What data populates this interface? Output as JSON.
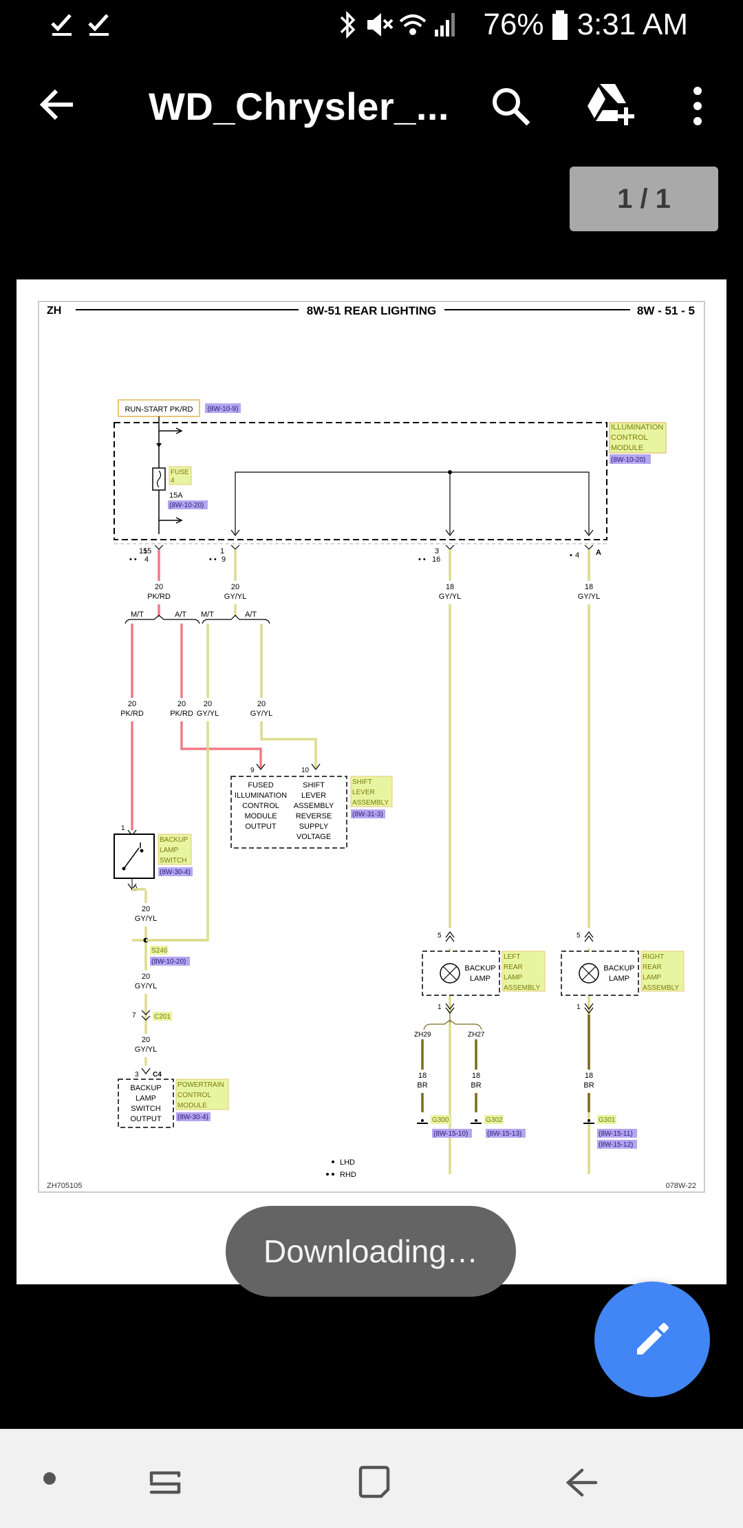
{
  "status_bar": {
    "battery": "76%",
    "time": "3:31 AM",
    "icons": [
      "check-icon",
      "check-icon",
      "bluetooth-icon",
      "mute-icon",
      "wifi-icon",
      "signal-icon",
      "battery-icon"
    ]
  },
  "app_bar": {
    "title": "WD_Chrysler_...",
    "icons": [
      "back-arrow-icon",
      "search-icon",
      "add-to-drive-icon",
      "more-vert-icon"
    ]
  },
  "page_indicator": "1 / 1",
  "document": {
    "header_left": "ZH",
    "header_title": "8W-51 REAR LIGHTING",
    "header_right": "8W - 51 - 5",
    "footer_left": "ZH705105",
    "footer_right": "078W-22",
    "legend": {
      "single_dot": "LHD",
      "double_dot": "RHD"
    },
    "run_start": {
      "label": "RUN-START PK/RD",
      "ref": "(8W-10-9)"
    },
    "illumination_module": {
      "lines": [
        "ILLUMINATION",
        "CONTROL",
        "MODULE"
      ],
      "ref": "(8W-10-20)"
    },
    "fuse": {
      "lines": [
        "FUSE",
        "4"
      ],
      "rating": "15A",
      "ref": "(8W-10-20)"
    },
    "connector_pins": [
      {
        "top": "15",
        "bottom": "4"
      },
      {
        "top": "1",
        "bottom": "9"
      },
      {
        "top": "3",
        "bottom": "16"
      },
      {
        "top": "4",
        "bottom": ""
      }
    ],
    "connector_label": "A",
    "upper_wires": [
      {
        "gauge": "20",
        "color": "PK/RD"
      },
      {
        "gauge": "20",
        "color": "GY/YL"
      },
      {
        "gauge": "18",
        "color": "GY/YL"
      },
      {
        "gauge": "18",
        "color": "GY/YL"
      }
    ],
    "transmission_labels": [
      "M/T",
      "A/T",
      "M/T",
      "A/T"
    ],
    "middle_wires": [
      {
        "gauge": "20",
        "color": "PK/RD"
      },
      {
        "gauge": "20",
        "color": "PK/RD"
      },
      {
        "gauge": "20",
        "color": "GY/YL"
      },
      {
        "gauge": "20",
        "color": "GY/YL"
      }
    ],
    "shift_lever": {
      "pin_a": "9",
      "pin_b": "10",
      "left_lines": [
        "FUSED",
        "ILLUMINATION",
        "CONTROL",
        "MODULE",
        "OUTPUT"
      ],
      "right_lines": [
        "SHIFT",
        "LEVER",
        "ASSEMBLY",
        "REVERSE",
        "SUPPLY",
        "VOLTAGE"
      ],
      "name_lines": [
        "SHIFT",
        "LEVER",
        "ASSEMBLY"
      ],
      "ref": "(8W-31-3)"
    },
    "backup_lamp_switch": {
      "pin_top": "1",
      "pin_bottom": "2",
      "name_lines": [
        "BACKUP",
        "LAMP",
        "SWITCH"
      ],
      "ref": "(8W-30-4)"
    },
    "lower_left_wires": [
      {
        "gauge": "20",
        "color": "GY/YL"
      },
      {
        "gauge": "20",
        "color": "GY/YL"
      },
      {
        "gauge": "20",
        "color": "GY/YL"
      }
    ],
    "splice": {
      "name": "S246",
      "ref": "(8W-10-20)"
    },
    "c201": {
      "pin": "7",
      "name": "C201"
    },
    "pcm": {
      "pin": "3",
      "connector": "C4",
      "lines": [
        "BACKUP",
        "LAMP",
        "SWITCH",
        "OUTPUT"
      ],
      "name_lines": [
        "POWERTRAIN",
        "CONTROL",
        "MODULE"
      ],
      "ref": "(8W-30-4)"
    },
    "left_lamp": {
      "pin_top": "5",
      "pin_bottom": "1",
      "lines": [
        "BACKUP",
        "LAMP"
      ],
      "name_lines": [
        "LEFT",
        "REAR",
        "LAMP",
        "ASSEMBLY"
      ]
    },
    "right_lamp": {
      "pin_top": "5",
      "pin_bottom": "1",
      "lines": [
        "BACKUP",
        "LAMP"
      ],
      "name_lines": [
        "RIGHT",
        "REAR",
        "LAMP",
        "ASSEMBLY"
      ]
    },
    "left_branches": [
      "ZH29",
      "ZH27"
    ],
    "ground_wires": [
      {
        "gauge": "18",
        "color": "BR"
      },
      {
        "gauge": "18",
        "color": "BR"
      },
      {
        "gauge": "18",
        "color": "BR"
      }
    ],
    "grounds": [
      {
        "name": "G300",
        "refs": [
          "(8W-15-10)"
        ]
      },
      {
        "name": "G302",
        "refs": [
          "(8W-15-13)"
        ]
      },
      {
        "name": "G301",
        "refs": [
          "(8W-15-11)",
          "(8W-15-12)"
        ]
      }
    ]
  },
  "toast": "Downloading…",
  "fab_icon": "edit-pencil-icon",
  "nav_bar": {
    "icons": [
      "dot-icon",
      "recents-icon",
      "home-icon",
      "back-icon"
    ]
  },
  "colors": {
    "pk_rd": "#f07a86",
    "gy_yl": "#dcdc8c",
    "br": "#7a6a1e",
    "name_highlight": "#e8f5a0",
    "ref_highlight": "#b5a6f0",
    "fab": "#4285f4",
    "toast": "#646464"
  }
}
